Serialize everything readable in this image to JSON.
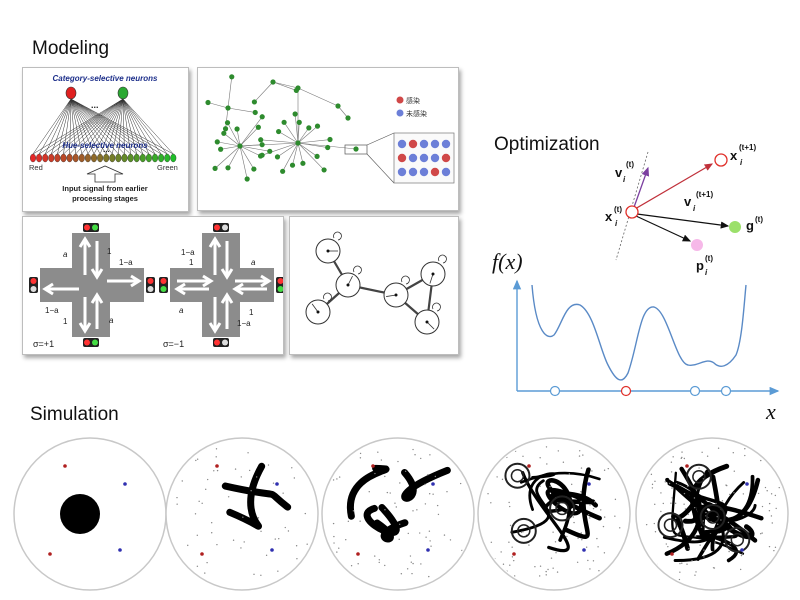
{
  "sections": {
    "modeling": "Modeling",
    "optimization": "Optimization",
    "simulation": "Simulation"
  },
  "neuron_panel": {
    "top_label": "Category-selective neurons",
    "hue_label": "Hue-selective neurons",
    "red_label": "Red",
    "green_label": "Green",
    "ellipsis": "...",
    "input_line1": "Input signal from earlier",
    "input_line2": "processing stages"
  },
  "network_panel": {
    "legend_1": "感染",
    "legend_2": "未感染"
  },
  "traffic_panel": {
    "sigma_plus": "σ=+1",
    "sigma_minus": "σ=−1",
    "a": "a",
    "one": "1",
    "one_minus_a": "1−a"
  },
  "optimization": {
    "x_it": "x",
    "x_next": "x",
    "v_it": "v",
    "v_next": "v",
    "g": "g",
    "p": "p",
    "sub_i": "i",
    "sup_t": "(t)",
    "sup_t1": "(t+1)",
    "fx_label": "f(x)",
    "x_axis_label": "x"
  },
  "colors": {
    "particle_red": "#e0302a",
    "velocity_purple": "#7b3fa0",
    "g_green": "#9be06a",
    "p_pink": "#f6b8e8",
    "curve_blue": "#5a8ac6",
    "axis_blue": "#5b9bd5"
  }
}
